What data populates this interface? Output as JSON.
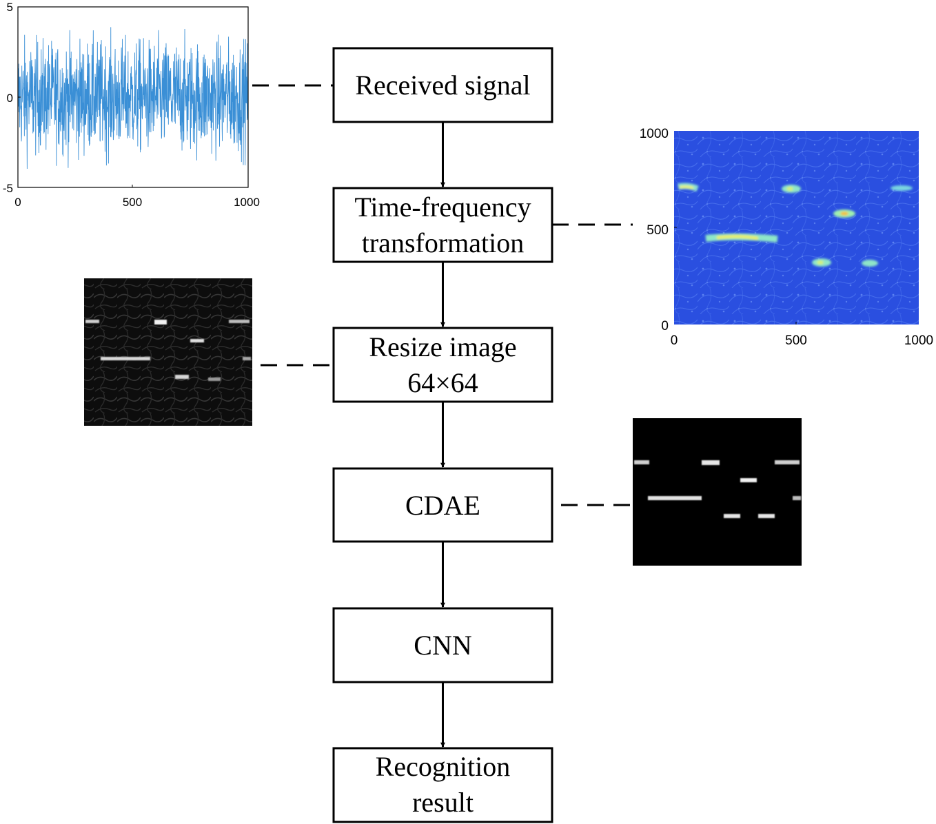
{
  "flow": {
    "steps": [
      {
        "id": "received",
        "lines": [
          "Received signal"
        ]
      },
      {
        "id": "tft",
        "lines": [
          "Time-frequency",
          "transformation"
        ]
      },
      {
        "id": "resize",
        "lines": [
          "Resize image",
          "64×64"
        ]
      },
      {
        "id": "cdae",
        "lines": [
          "CDAE"
        ]
      },
      {
        "id": "cnn",
        "lines": [
          "CNN"
        ]
      },
      {
        "id": "result",
        "lines": [
          "Recognition",
          "result"
        ]
      }
    ]
  },
  "signal_plot": {
    "line_color": "#3a8fd6",
    "y_ticks": [
      "5",
      "0",
      "-5"
    ],
    "x_ticks": [
      "0",
      "500",
      "1000"
    ],
    "x_range": [
      0,
      1000
    ],
    "y_range": [
      -5,
      5
    ]
  },
  "tf_image": {
    "background_color": "#2a4fe0",
    "y_ticks": [
      "1000",
      "500",
      "0"
    ],
    "x_ticks": [
      "0",
      "500",
      "1000"
    ],
    "x_range": [
      0,
      1000
    ],
    "y_range": [
      0,
      1000
    ]
  },
  "resized_image": {
    "colormap": "gray"
  },
  "cdae_image": {
    "colormap": "gray"
  }
}
